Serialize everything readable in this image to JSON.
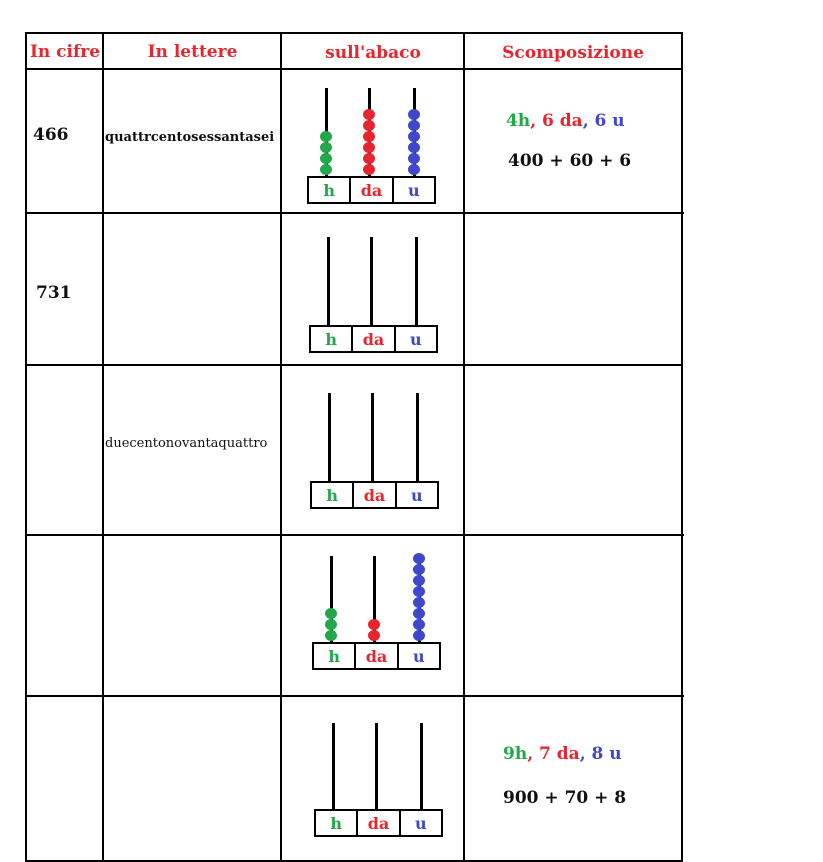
{
  "colors": {
    "red": "#e8252e",
    "green": "#22a84a",
    "blue": "#3f48cc",
    "line": "#000000"
  },
  "headers": [
    "In cifre",
    "In lettere",
    "sull'abaco",
    "Scomposizione"
  ],
  "abacus_labels": [
    "h",
    "da",
    "u"
  ],
  "rows": [
    {
      "digits": "466",
      "words": "quattrcentosessantasei",
      "beads": [
        4,
        6,
        6
      ],
      "decomp": {
        "h": "4h",
        "da": "6 da",
        "u": "6 u",
        "sum": "400 + 60 + 6"
      }
    },
    {
      "digits": "731",
      "words": "",
      "beads": [
        0,
        0,
        0
      ],
      "decomp": null
    },
    {
      "digits": "",
      "words": "duecentonovantaquattro",
      "beads": [
        0,
        0,
        0
      ],
      "decomp": null
    },
    {
      "digits": "",
      "words": "",
      "beads": [
        3,
        2,
        8
      ],
      "decomp": null
    },
    {
      "digits": "",
      "words": "",
      "beads": [
        0,
        0,
        0
      ],
      "decomp": {
        "h": "9h",
        "da": "7 da",
        "u": "8 u",
        "sum": "900 + 70 + 8"
      }
    }
  ]
}
